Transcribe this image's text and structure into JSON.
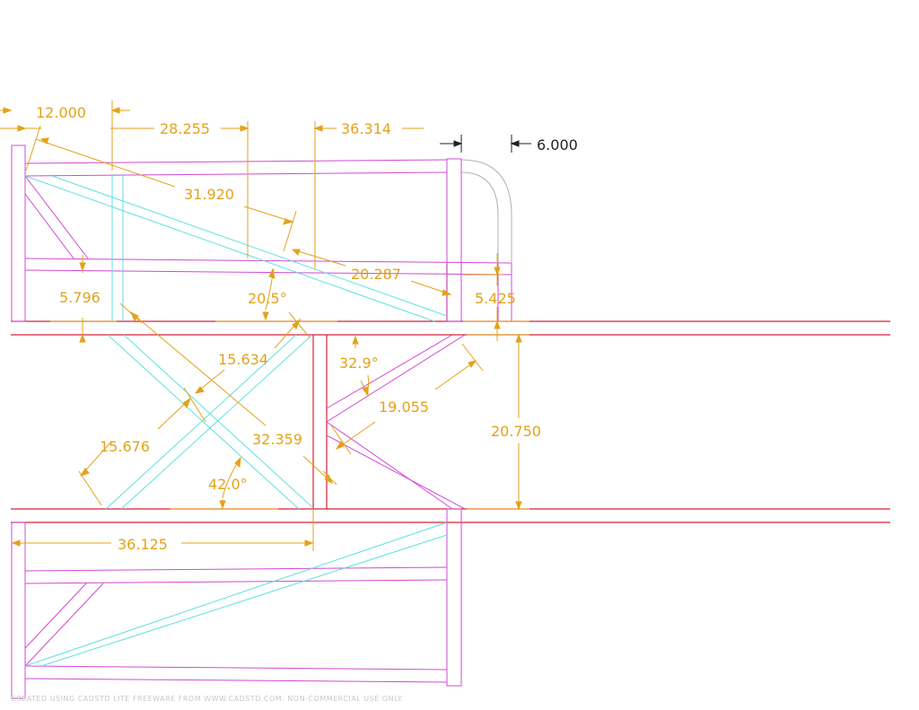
{
  "colors": {
    "frame_red": "#d6213a",
    "magenta": "#d04ad4",
    "cyan": "#5fe0e0",
    "dimension": "#e3a21a",
    "grey": "#b0b0b0",
    "black": "#222222"
  },
  "dimensions": {
    "d_12_000": "12.000",
    "d_28_255": "28.255",
    "d_36_314": "36.314",
    "d_6_000": "6.000",
    "d_31_920": "31.920",
    "d_20_287": "20.287",
    "d_5_796": "5.796",
    "a_20_5": "20.5°",
    "d_5_425": "5.425",
    "d_15_634": "15.634",
    "a_32_9": "32.9°",
    "d_19_055": "19.055",
    "d_20_750": "20.750",
    "d_15_676": "15.676",
    "d_32_359": "32.359",
    "a_42_0": "42.0°",
    "d_36_125": "36.125"
  },
  "footer": "CREATED USING CADSTD LITE FREEWARE FROM WWW.CADSTD.COM. NON-COMMERCIAL USE ONLY."
}
